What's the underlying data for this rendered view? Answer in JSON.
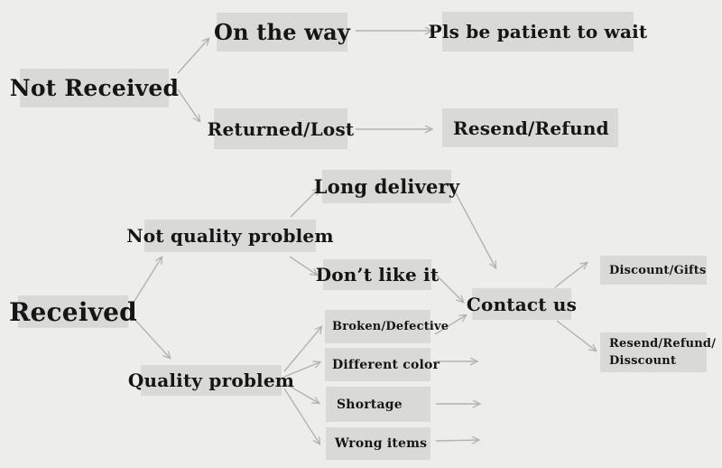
{
  "diagram": {
    "title": "Order issue resolution flowchart",
    "colors": {
      "background": "#edeeec",
      "node_fill": "#d9d9d8",
      "text": "#151515",
      "arrow": "#b2b2b2"
    },
    "nodes": {
      "not_received": {
        "label": "Not Received"
      },
      "on_the_way": {
        "label": "On the way"
      },
      "pls_be_patient": {
        "label": "Pls be patient to wait"
      },
      "returned_lost": {
        "label": "Returned/Lost"
      },
      "resend_refund": {
        "label": "Resend/Refund"
      },
      "received": {
        "label": "Received"
      },
      "not_quality_problem": {
        "label": "Not quality problem"
      },
      "long_delivery": {
        "label": "Long delivery"
      },
      "dont_like_it": {
        "label": "Don’t like it"
      },
      "quality_problem": {
        "label": "Quality problem"
      },
      "broken_defective": {
        "label": "Broken/Defective"
      },
      "different_color": {
        "label": "Different color"
      },
      "shortage": {
        "label": "Shortage"
      },
      "wrong_items": {
        "label": "Wrong items"
      },
      "contact_us": {
        "label": "Contact us"
      },
      "discount_gifts": {
        "label": "Discount/Gifts"
      },
      "resend_refund_disscount": {
        "line1": "Resend/Refund/",
        "line2": "Disscount"
      }
    },
    "edges": [
      {
        "from": "not_received",
        "to": "on_the_way"
      },
      {
        "from": "not_received",
        "to": "returned_lost"
      },
      {
        "from": "on_the_way",
        "to": "pls_be_patient"
      },
      {
        "from": "returned_lost",
        "to": "resend_refund"
      },
      {
        "from": "received",
        "to": "not_quality_problem"
      },
      {
        "from": "received",
        "to": "quality_problem"
      },
      {
        "from": "not_quality_problem",
        "to": "long_delivery"
      },
      {
        "from": "not_quality_problem",
        "to": "dont_like_it"
      },
      {
        "from": "long_delivery",
        "to": "contact_us"
      },
      {
        "from": "dont_like_it",
        "to": "contact_us"
      },
      {
        "from": "quality_problem",
        "to": "broken_defective"
      },
      {
        "from": "quality_problem",
        "to": "different_color"
      },
      {
        "from": "quality_problem",
        "to": "shortage"
      },
      {
        "from": "quality_problem",
        "to": "wrong_items"
      },
      {
        "from": "broken_defective",
        "to": "contact_us"
      },
      {
        "from": "different_color",
        "to": null
      },
      {
        "from": "shortage",
        "to": null
      },
      {
        "from": "wrong_items",
        "to": null
      },
      {
        "from": "contact_us",
        "to": "discount_gifts"
      },
      {
        "from": "contact_us",
        "to": "resend_refund_disscount"
      }
    ]
  }
}
